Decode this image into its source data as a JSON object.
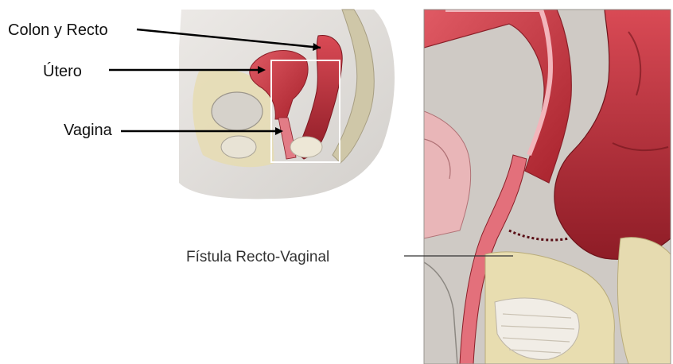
{
  "labels": {
    "colon_recto": "Colon y Recto",
    "utero": "Útero",
    "vagina": "Vagina",
    "fistula": "Fístula Recto-Vaginal"
  },
  "colors": {
    "tissue_red": "#c8323c",
    "tissue_pink": "#e89aa2",
    "fat_yellow": "#e9dfb6",
    "skin": "#d9d6d2",
    "bone_gray": "#bdb9b3"
  }
}
